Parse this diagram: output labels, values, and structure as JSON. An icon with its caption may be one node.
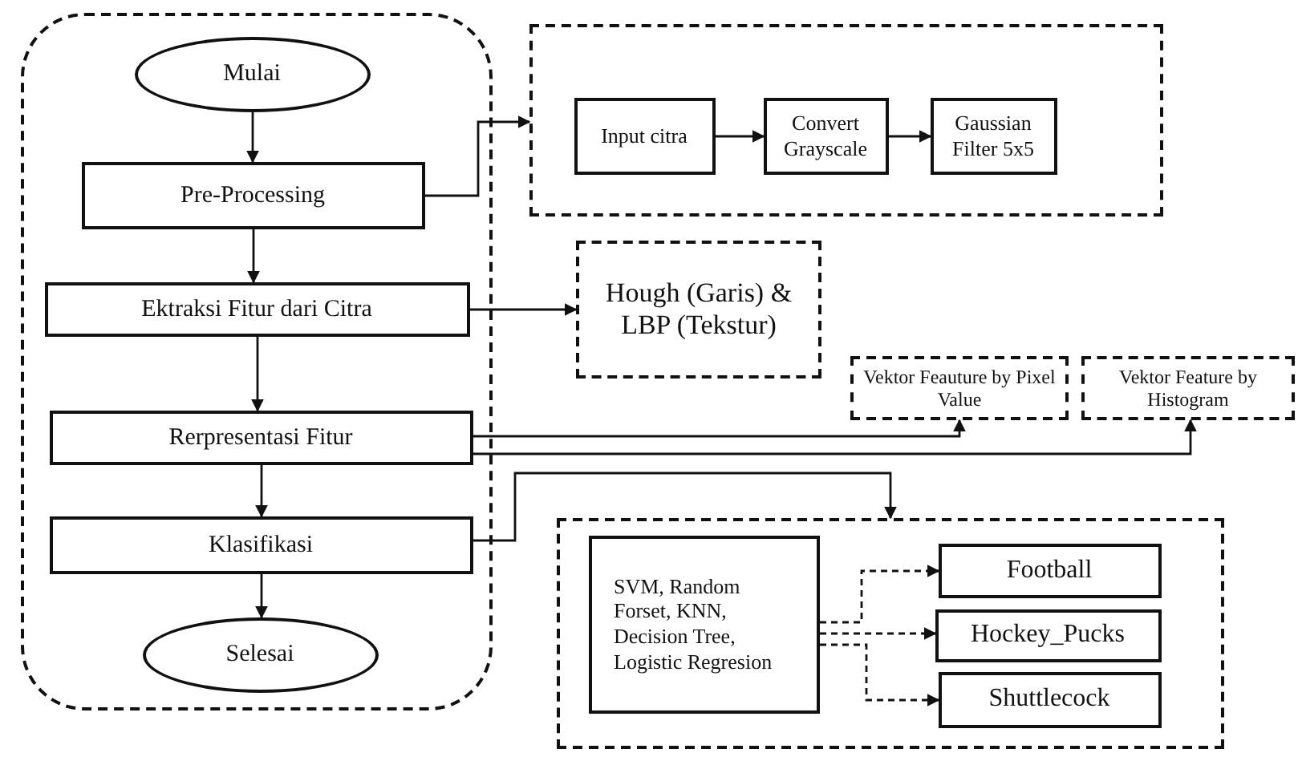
{
  "diagram": {
    "nodes": [
      {
        "text": [],
        "shape": "box"
      },
      {
        "text": [
          "Mulai"
        ],
        "in": 0
      },
      {
        "text": [
          "Pre-Processing"
        ],
        "in": 0
      },
      {
        "text": [
          "Ektraksi Fitur dari Citra"
        ],
        "in": 0
      },
      {
        "text": [
          "Rerpresentasi Fitur"
        ],
        "in": 0
      },
      {
        "text": [
          "Klasifikasi"
        ],
        "in": 0
      },
      {
        "text": [
          "Selesai"
        ],
        "in": 0
      },
      {
        "text": [],
        "shape": "box"
      },
      {
        "text": [
          "Input citra"
        ],
        "in": 7
      },
      {
        "text": [
          "Convert Grayscale"
        ],
        "in": 7
      },
      {
        "text": [
          "Gaussian Filter 5x5"
        ],
        "in": 7
      },
      {
        "text": [
          "Hough (Garis) & LBP (Tekstur)"
        ]
      },
      {
        "text": [
          "Vektor Feauture by Pixel Value"
        ]
      },
      {
        "text": [
          "Vektor Feature by Histogram"
        ]
      },
      {
        "text": [],
        "shape": "box"
      },
      {
        "text": [
          "SVM, Random Forset, KNN, Decision Tree, Logistic Regresion"
        ],
        "in": 14
      },
      {
        "text": [
          "Football"
        ],
        "in": 14
      },
      {
        "text": [
          "Hockey_Pucks"
        ],
        "in": 14
      },
      {
        "text": [
          "Shuttlecock"
        ],
        "in": 14
      }
    ],
    "edges": [
      {
        "from": 1,
        "to": 2,
        "arrow": "to"
      },
      {
        "from": 2,
        "to": 3,
        "arrow": "to"
      },
      {
        "from": 3,
        "to": 4,
        "arrow": "to"
      },
      {
        "from": 4,
        "to": 5,
        "arrow": "to"
      },
      {
        "from": 5,
        "to": 6,
        "arrow": "to"
      },
      {
        "from": 2,
        "to": 7,
        "arrow": "to"
      },
      {
        "from": 8,
        "to": 9,
        "arrow": "to"
      },
      {
        "from": 9,
        "to": 10,
        "arrow": "to"
      },
      {
        "from": 3,
        "to": 11,
        "arrow": "to"
      },
      {
        "from": 4,
        "to": 12,
        "arrow": "to"
      },
      {
        "from": 4,
        "to": 13,
        "arrow": "to"
      },
      {
        "from": 5,
        "to": 14,
        "arrow": "to"
      },
      {
        "from": 15,
        "to": 16,
        "arrow": "to",
        "style": "dashed"
      },
      {
        "from": 15,
        "to": 17,
        "arrow": "to",
        "style": "dashed"
      },
      {
        "from": 15,
        "to": 18,
        "arrow": "to",
        "style": "dashed"
      }
    ]
  }
}
